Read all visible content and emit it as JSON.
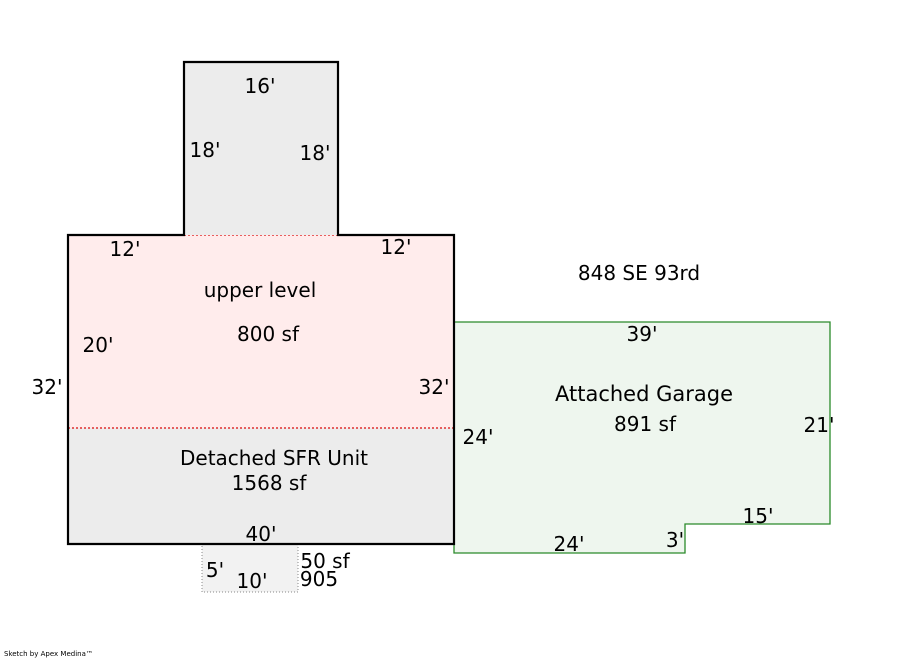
{
  "address": "848 SE 93rd",
  "credit": "Sketch by Apex Medina™",
  "main_house": {
    "name": "Detached SFR Unit",
    "area": "1568 sf",
    "dims": {
      "bottom": "40'",
      "left": "32'",
      "right": "32'"
    }
  },
  "upper_level": {
    "name": "upper level",
    "area": "800 sf",
    "dims": {
      "left_side": "20'",
      "top_left": "12'",
      "top_right": "12'"
    }
  },
  "bump_out": {
    "dims": {
      "top": "16'",
      "left": "18'",
      "right": "18'"
    }
  },
  "garage": {
    "name": "Attached Garage",
    "area": "891 sf",
    "dims": {
      "top": "39'",
      "left": "24'",
      "right": "21'",
      "bottom": "24'",
      "step": "3'",
      "lower_right": "15'"
    }
  },
  "porch": {
    "area": "50 sf",
    "code": "905",
    "dims": {
      "side": "5'",
      "bottom": "10'"
    }
  },
  "colors": {
    "house_fill": "#ececec",
    "upper_fill": "#ffecec",
    "upper_dash": "#e03030",
    "garage_fill": "#eef6ee",
    "garage_stroke": "#2a8a2a",
    "outline": "#000000"
  }
}
